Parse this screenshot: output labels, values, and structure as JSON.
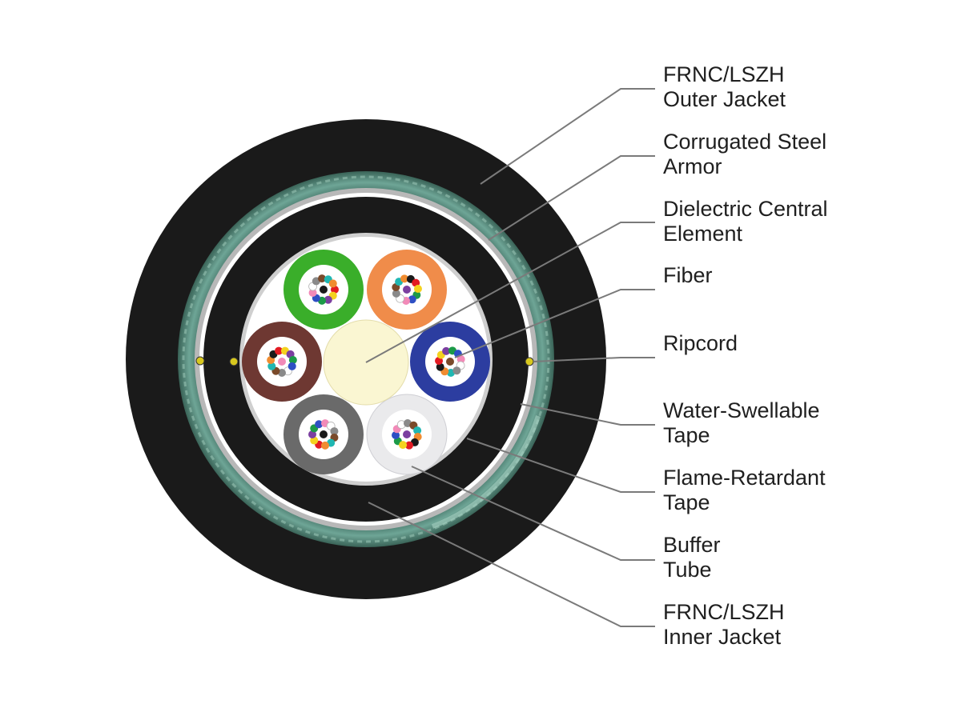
{
  "labels": [
    {
      "id": "outer-jacket",
      "lines": [
        "FRNC/LSZH",
        "Outer Jacket"
      ]
    },
    {
      "id": "steel-armor",
      "lines": [
        "Corrugated Steel",
        "Armor"
      ]
    },
    {
      "id": "central-element",
      "lines": [
        "Dielectric Central",
        "Element"
      ]
    },
    {
      "id": "fiber",
      "lines": [
        "Fiber"
      ]
    },
    {
      "id": "ripcord",
      "lines": [
        "Ripcord"
      ]
    },
    {
      "id": "water-swellable-tape",
      "lines": [
        "Water-Swellable",
        "Tape"
      ]
    },
    {
      "id": "flame-retardant-tape",
      "lines": [
        "Flame-Retardant",
        "Tape"
      ]
    },
    {
      "id": "buffer-tube",
      "lines": [
        "Buffer",
        "Tube"
      ]
    },
    {
      "id": "inner-jacket",
      "lines": [
        "FRNC/LSZH",
        "Inner Jacket"
      ]
    }
  ],
  "colors": {
    "jacket": "#1a1a1a",
    "armor": "#4d7f72",
    "armor_highlight": "#9cc8b8",
    "core_background": "#ffffff",
    "central_element": "#faf6d2",
    "leader_line": "#7a7a7a",
    "ripcord": "#d8c81e"
  },
  "buffer_tubes": [
    {
      "name": "green",
      "color": "#3aae2a"
    },
    {
      "name": "orange",
      "color": "#f08c4a"
    },
    {
      "name": "brown",
      "color": "#6e3832"
    },
    {
      "name": "blue",
      "color": "#2c3da0"
    },
    {
      "name": "gray",
      "color": "#6a6a6a"
    },
    {
      "name": "white",
      "color": "#eaeaec"
    }
  ],
  "fiber_colors": [
    "#1a1a1a",
    "#e31b23",
    "#f4d21f",
    "#7b3fa0",
    "#1c9a48",
    "#2e4fc4",
    "#f28ab8",
    "#ffffff",
    "#8a8a8a",
    "#7a4a2a",
    "#20b7b2",
    "#f08c30"
  ]
}
